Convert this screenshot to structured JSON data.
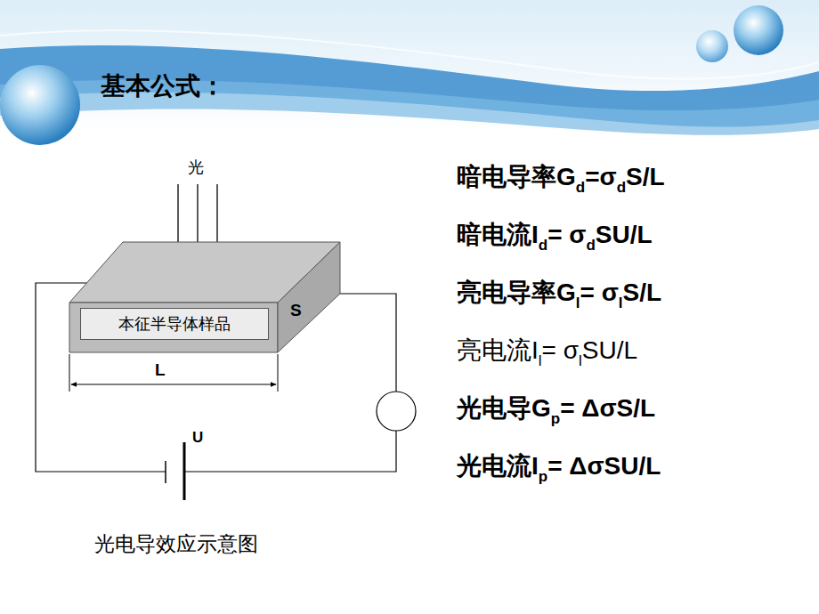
{
  "diagram": {
    "title": "基本公式：",
    "caption": "光电导效应示意图",
    "nodes": [
      {
        "text": [
          "本征半导体样品"
        ]
      }
    ],
    "labels": [
      "光",
      "S",
      "L",
      "U",
      "暗电导率Gd=σdS/L",
      "暗电流Id= σdSU/L",
      "亮电导率Gl= σlS/L",
      "亮电流Il= σlSU/L",
      "光电导Gp= ΔσS/L",
      "光电流Ip= ΔσSU/L"
    ]
  }
}
